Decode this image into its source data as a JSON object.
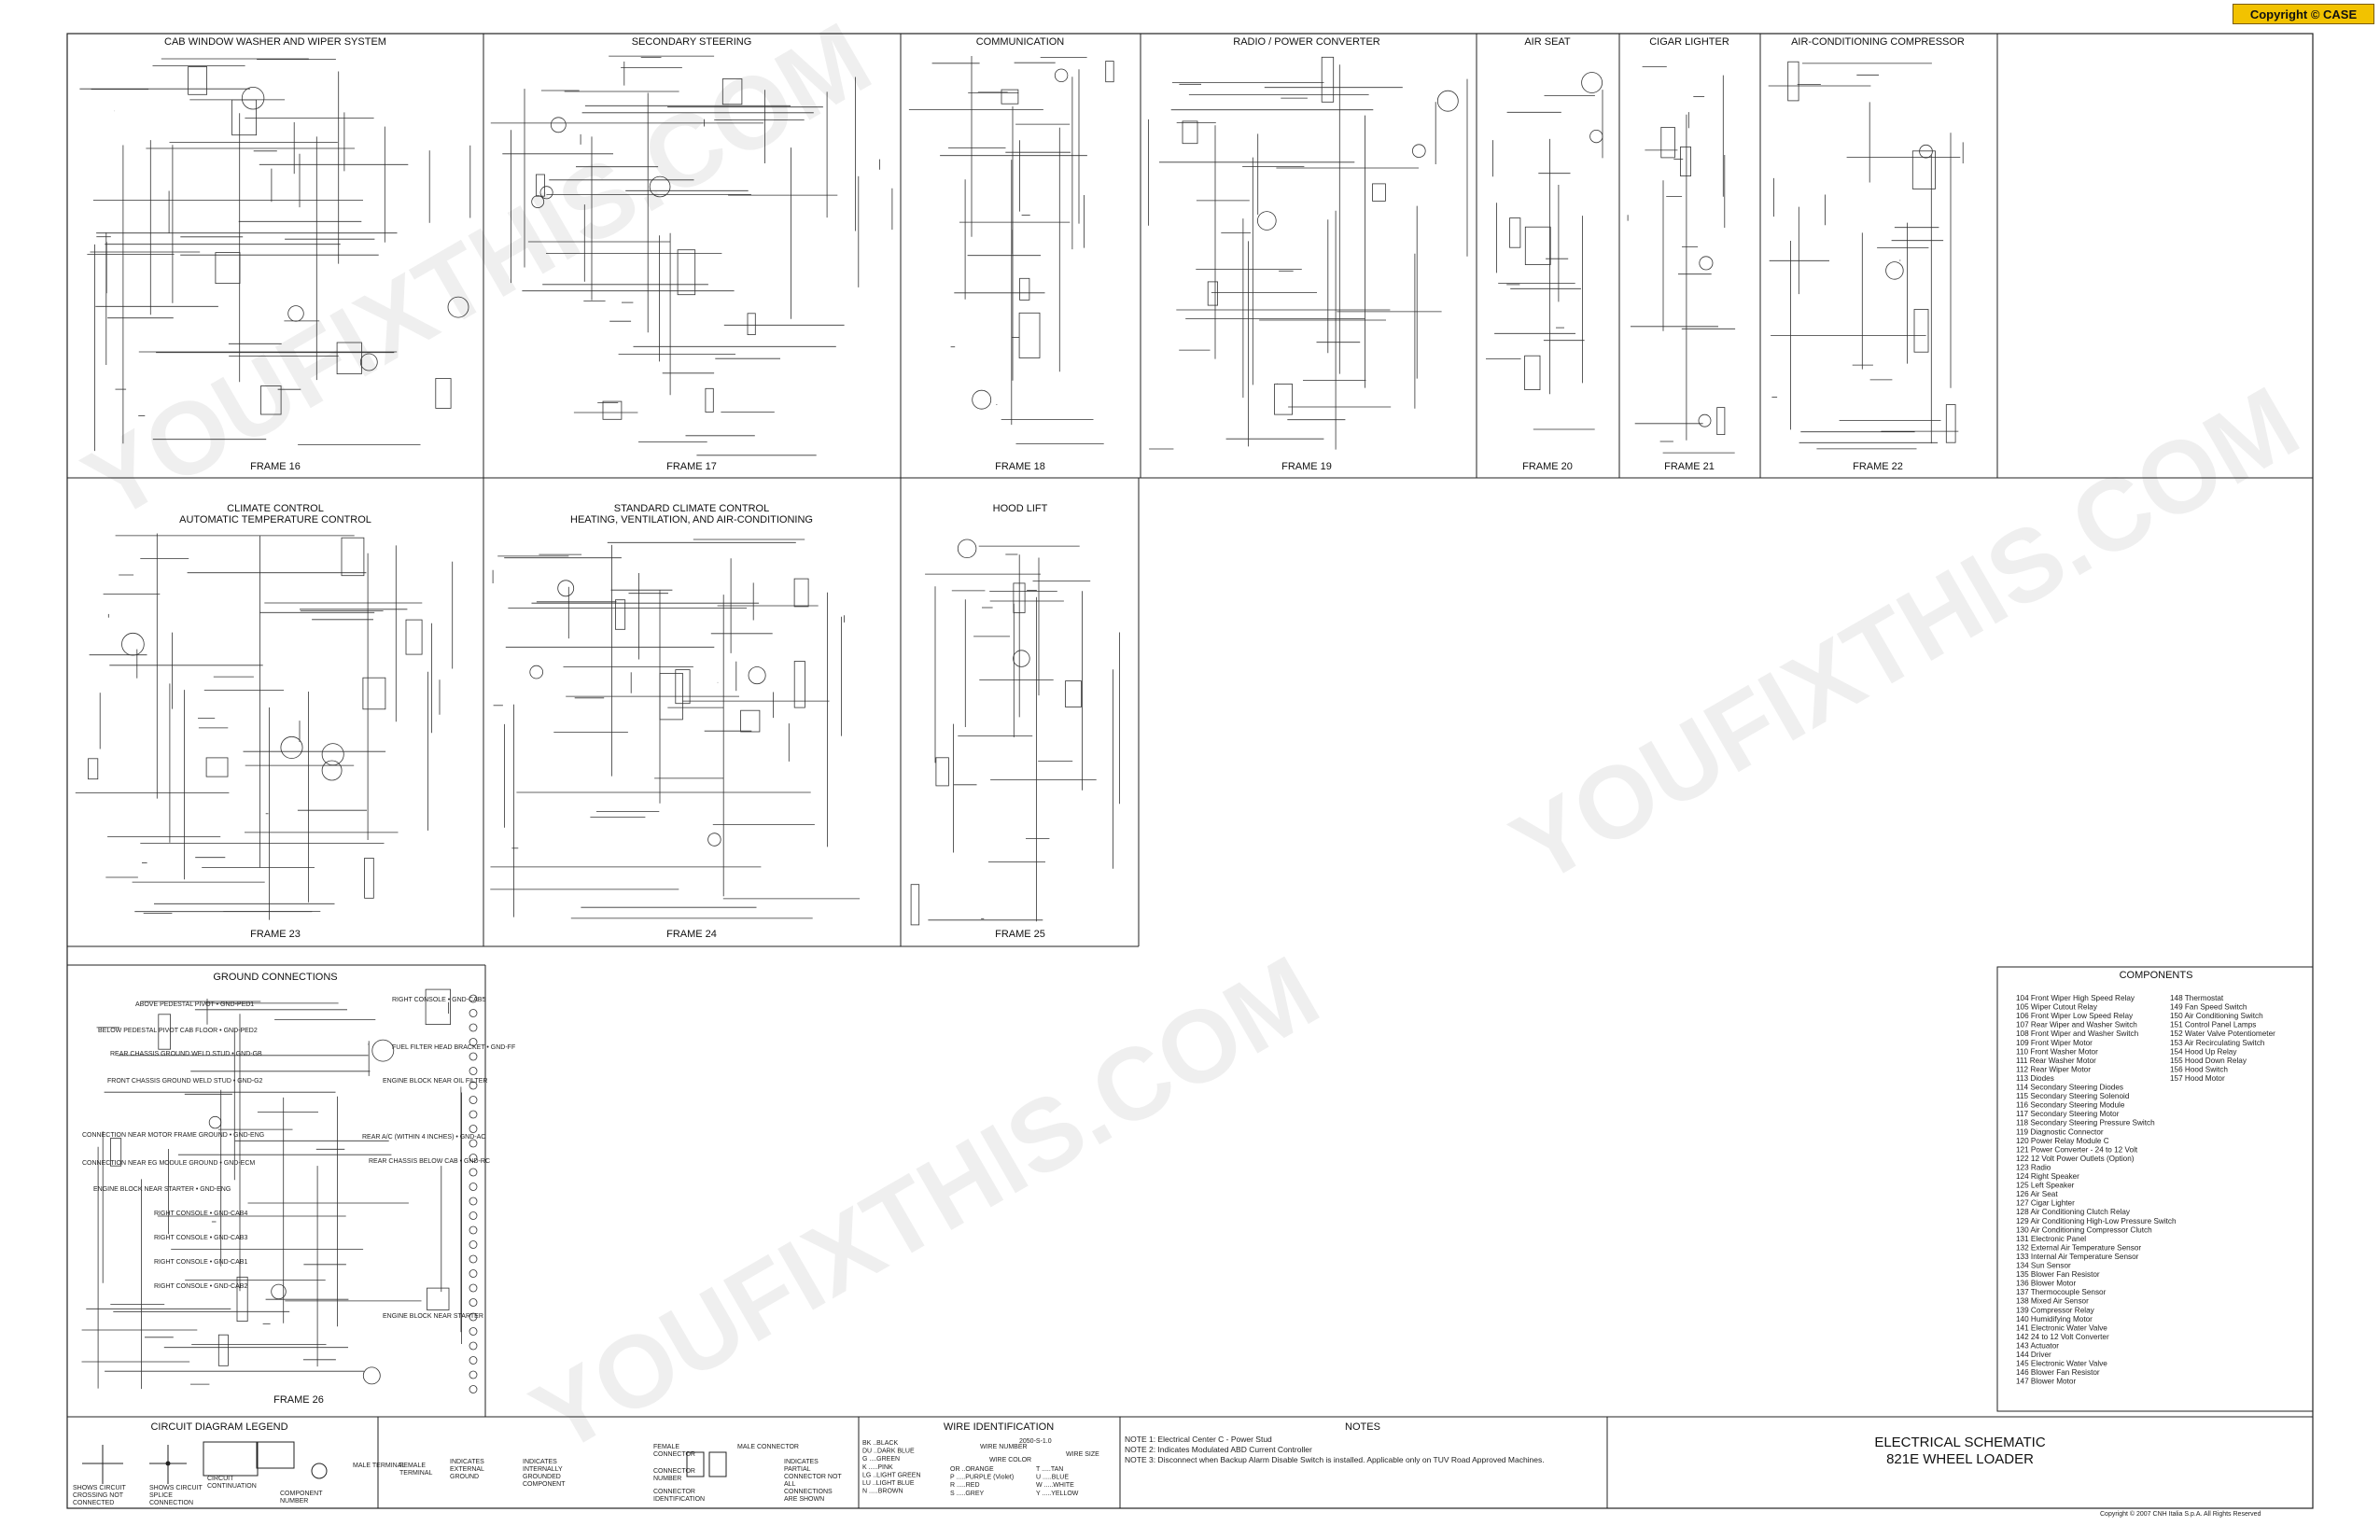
{
  "copyright_badge": "Copyright © CASE",
  "panels": [
    {
      "id": "f16",
      "title": "CAB WINDOW WASHER AND WIPER SYSTEM",
      "title2": "",
      "frame": "FRAME 16"
    },
    {
      "id": "f17",
      "title": "SECONDARY STEERING",
      "title2": "",
      "frame": "FRAME 17"
    },
    {
      "id": "f18",
      "title": "COMMUNICATION",
      "title2": "",
      "frame": "FRAME 18"
    },
    {
      "id": "f19",
      "title": "RADIO / POWER CONVERTER",
      "title2": "",
      "frame": "FRAME 19"
    },
    {
      "id": "f20",
      "title": "AIR SEAT",
      "title2": "",
      "frame": "FRAME 20"
    },
    {
      "id": "f21",
      "title": "CIGAR LIGHTER",
      "title2": "",
      "frame": "FRAME 21"
    },
    {
      "id": "f22",
      "title": "AIR-CONDITIONING COMPRESSOR",
      "title2": "",
      "frame": "FRAME 22"
    },
    {
      "id": "f23",
      "title": "CLIMATE CONTROL",
      "title2": "AUTOMATIC TEMPERATURE CONTROL",
      "frame": "FRAME 23"
    },
    {
      "id": "f24",
      "title": "STANDARD CLIMATE CONTROL",
      "title2": "HEATING, VENTILATION, AND AIR-CONDITIONING",
      "frame": "FRAME 24"
    },
    {
      "id": "f25",
      "title": "HOOD LIFT",
      "title2": "",
      "frame": "FRAME 25"
    },
    {
      "id": "f26",
      "title": "GROUND CONNECTIONS",
      "title2": "",
      "frame": "FRAME 26"
    }
  ],
  "ground_labels": [
    "ABOVE PEDESTAL PIVOT • GND-PED1",
    "BELOW PEDESTAL PIVOT CAB FLOOR • GND-PED2",
    "REAR CHASSIS GROUND WELD STUD • GND-GB",
    "FRONT CHASSIS GROUND WELD STUD • GND-G2",
    "CONNECTION NEAR MOTOR FRAME GROUND • GND-ENG",
    "CONNECTION NEAR EG MODULE GROUND • GND-ECM",
    "ENGINE BLOCK NEAR STARTER • GND-ENG",
    "RIGHT CONSOLE • GND-CAB4",
    "RIGHT CONSOLE • GND-CAB3",
    "RIGHT CONSOLE • GND-CAB1",
    "RIGHT CONSOLE • GND-CAB2",
    "RIGHT CONSOLE • GND-CAB5",
    "FUEL FILTER HEAD BRACKET • GND-FF",
    "ENGINE BLOCK NEAR OIL FILTER",
    "REAR A/C (WITHIN 4 INCHES) • GND-AC",
    "REAR CHASSIS BELOW CAB • GND-RC",
    "ENGINE BLOCK NEAR STARTER"
  ],
  "legend": {
    "title": "CIRCUIT DIAGRAM LEGEND",
    "items": [
      "SHOWS CIRCUIT CROSSING NOT CONNECTED",
      "SHOWS CIRCUIT SPLICE CONNECTION",
      "CIRCUIT CONTINUATION",
      "COMPONENT NUMBER",
      "MALE TERMINAL",
      "FEMALE TERMINAL",
      "INDICATES EXTERNAL GROUND",
      "INDICATES INTERNALLY GROUNDED COMPONENT",
      "FEMALE CONNECTOR",
      "MALE CONNECTOR",
      "CONNECTOR NUMBER",
      "CONNECTOR IDENTIFICATION",
      "INDICATES PARTIAL CONNECTOR NOT ALL CONNECTIONS ARE SHOWN"
    ]
  },
  "wire_id": {
    "title": "WIRE IDENTIFICATION",
    "colors": [
      "BK ..BLACK",
      "DU ..DARK BLUE",
      "G ....GREEN",
      "K .....PINK",
      "LG ..LIGHT GREEN",
      "LU ..LIGHT BLUE",
      "N .....BROWN",
      "OR ..ORANGE",
      "P .....PURPLE (Violet)",
      "R .....RED",
      "S .....GREY",
      "T .....TAN",
      "U .....BLUE",
      "W .....WHITE",
      "Y .....YELLOW"
    ],
    "wire_number": "WIRE NUMBER",
    "wire_color": "WIRE COLOR",
    "wire_size": "WIRE SIZE",
    "sample": "2050-S-1.0"
  },
  "notes": {
    "title": "NOTES",
    "lines": [
      "NOTE 1: Electrical Center C - Power Stud",
      "NOTE 2: Indicates Modulated ABD Current Controller",
      "NOTE 3: Disconnect when Backup Alarm Disable Switch is installed. Applicable only on TUV Road Approved Machines."
    ]
  },
  "title_block": {
    "line1": "ELECTRICAL SCHEMATIC",
    "line2": "821E WHEEL LOADER"
  },
  "footer": "Copyright © 2007 CNH Italia S.p.A. All Rights Reserved",
  "components": {
    "title": "COMPONENTS",
    "left": [
      "104  Front Wiper High Speed Relay",
      "105  Wiper Cutout Relay",
      "106  Front Wiper Low Speed Relay",
      "107  Rear Wiper and Washer Switch",
      "108  Front Wiper and Washer Switch",
      "109  Front Wiper Motor",
      "110  Front Washer Motor",
      "111  Rear Washer Motor",
      "112  Rear Wiper Motor",
      "113  Diodes",
      "114  Secondary Steering Diodes",
      "115  Secondary Steering Solenoid",
      "116  Secondary Steering Module",
      "117  Secondary Steering Motor",
      "118  Secondary Steering Pressure Switch",
      "119  Diagnostic Connector",
      "120  Power Relay Module C",
      "121  Power Converter - 24 to 12 Volt",
      "122  12 Volt Power Outlets (Option)",
      "123  Radio",
      "124  Right Speaker",
      "125  Left Speaker",
      "126  Air Seat",
      "127  Cigar Lighter",
      "128  Air Conditioning Clutch Relay",
      "129  Air Conditioning High-Low Pressure Switch",
      "130  Air Conditioning Compressor Clutch",
      "131  Electronic Panel",
      "132  External Air Temperature Sensor",
      "133  Internal Air Temperature Sensor",
      "134  Sun Sensor",
      "135  Blower Fan Resistor",
      "136  Blower Motor",
      "137  Thermocouple Sensor",
      "138  Mixed Air Sensor",
      "139  Compressor Relay",
      "140  Humidifying Motor",
      "141  Electronic Water Valve",
      "142  24 to 12 Volt Converter",
      "143  Actuator",
      "144  Driver",
      "145  Electronic Water Valve",
      "146  Blower Fan Resistor",
      "147  Blower Motor"
    ],
    "right": [
      "148  Thermostat",
      "149  Fan Speed Switch",
      "150  Air Conditioning Switch",
      "151  Control Panel Lamps",
      "152  Water Valve Potentiometer",
      "153  Air Recirculating Switch",
      "154  Hood Up Relay",
      "155  Hood Down Relay",
      "156  Hood Switch",
      "157  Hood Motor"
    ]
  }
}
